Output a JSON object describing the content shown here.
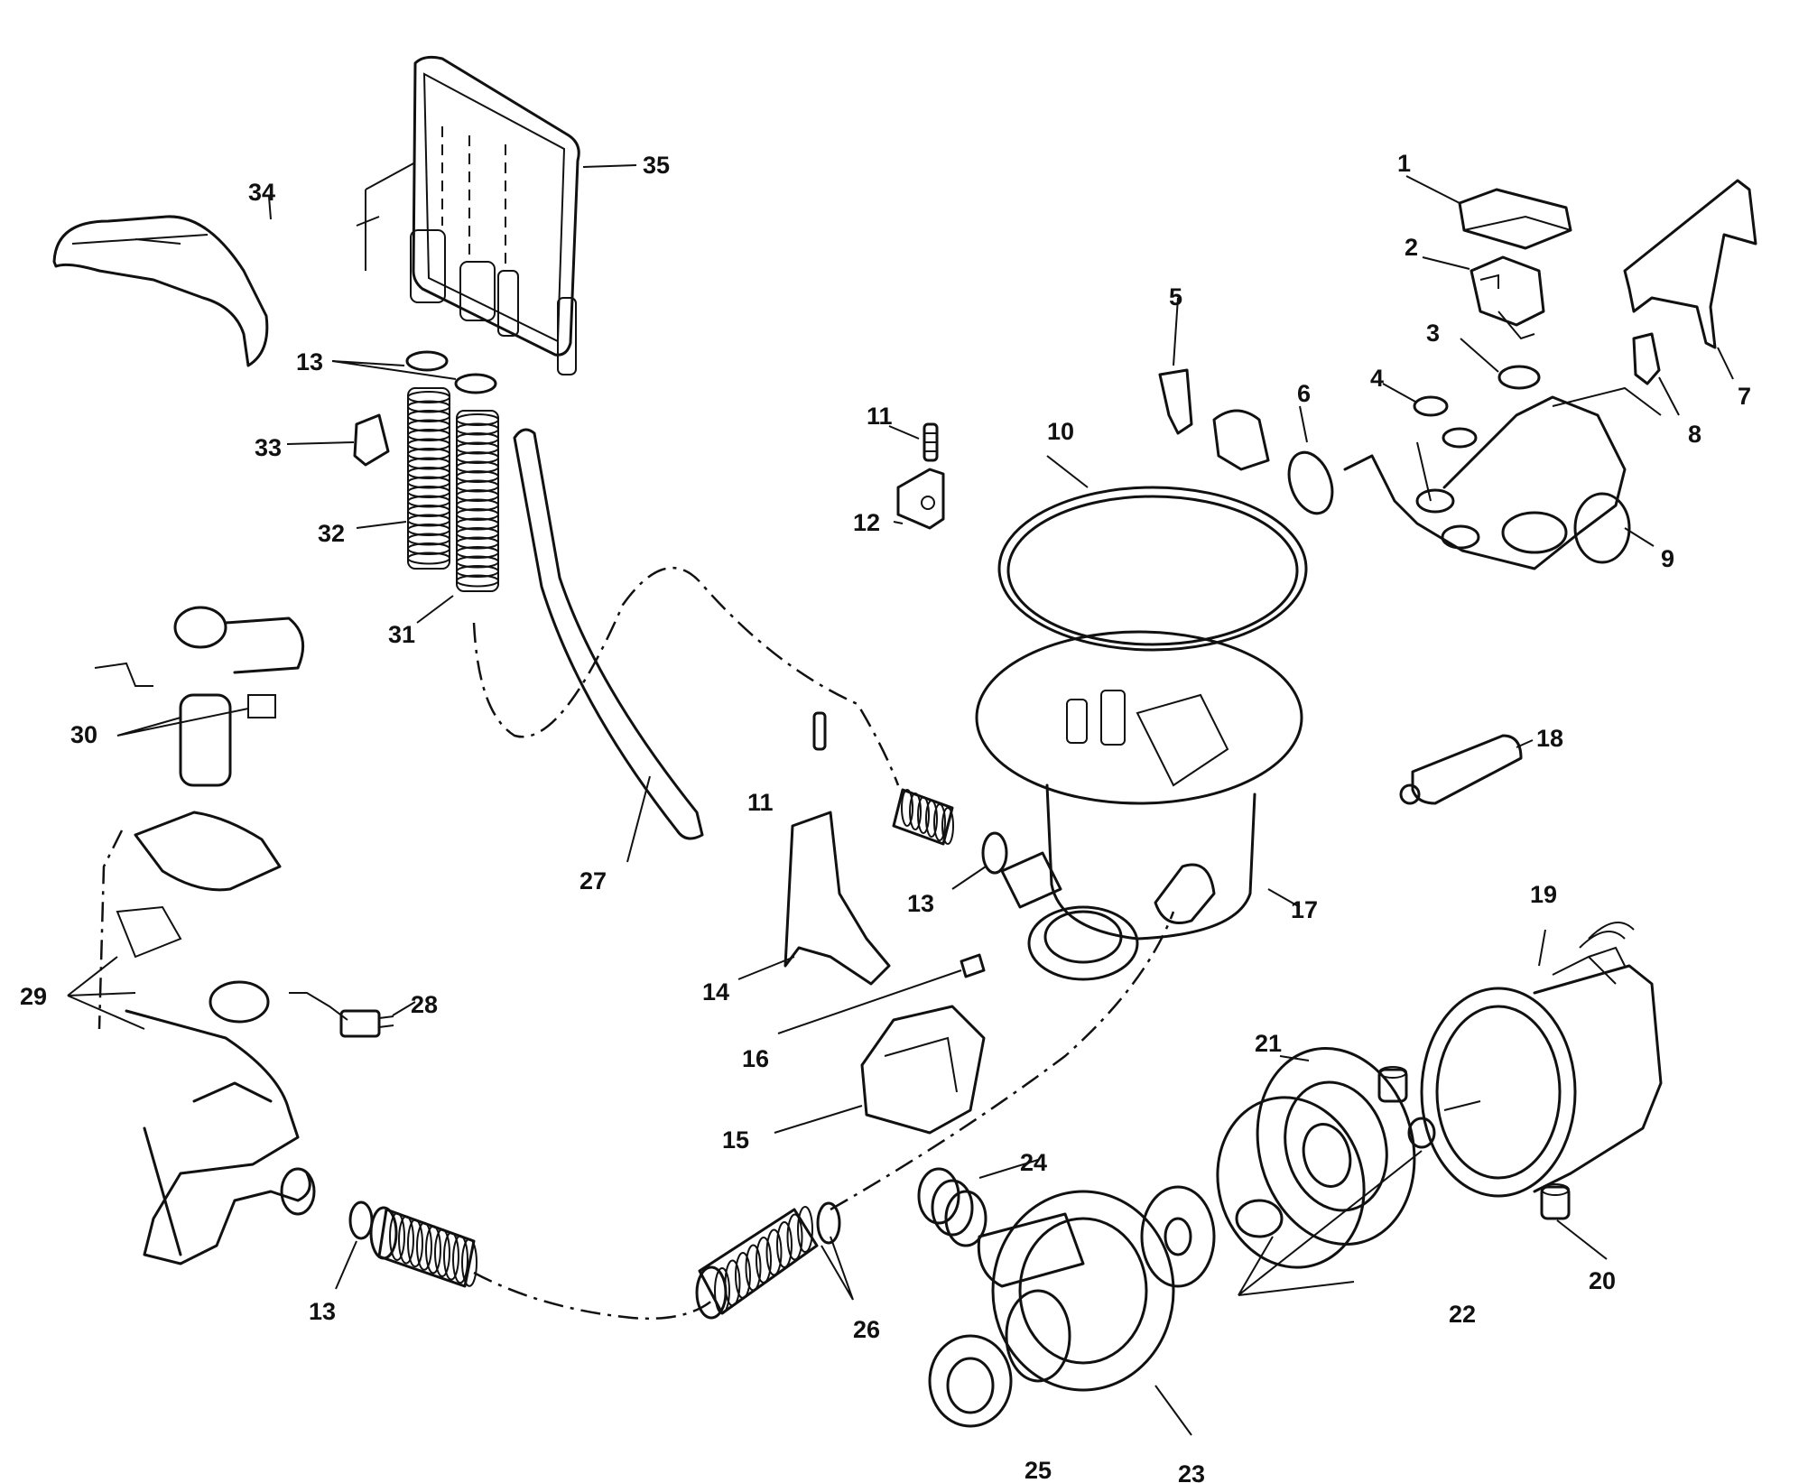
{
  "diagram": {
    "callouts": {
      "p1": "1",
      "p2": "2",
      "p3": "3",
      "p4": "4",
      "p5": "5",
      "p6": "6",
      "p7": "7",
      "p8": "8",
      "p9": "9",
      "p10": "10",
      "p11a": "11",
      "p11b": "11",
      "p12": "12",
      "p13a": "13",
      "p13b": "13",
      "p13c": "13",
      "p14": "14",
      "p15": "15",
      "p16": "16",
      "p17": "17",
      "p18": "18",
      "p19": "19",
      "p20": "20",
      "p21": "21",
      "p22": "22",
      "p23": "23",
      "p24": "24",
      "p25": "25",
      "p26": "26",
      "p27": "27",
      "p28": "28",
      "p29": "29",
      "p30": "30",
      "p31": "31",
      "p32": "32",
      "p33": "33",
      "p34": "34",
      "p35": "35"
    }
  }
}
